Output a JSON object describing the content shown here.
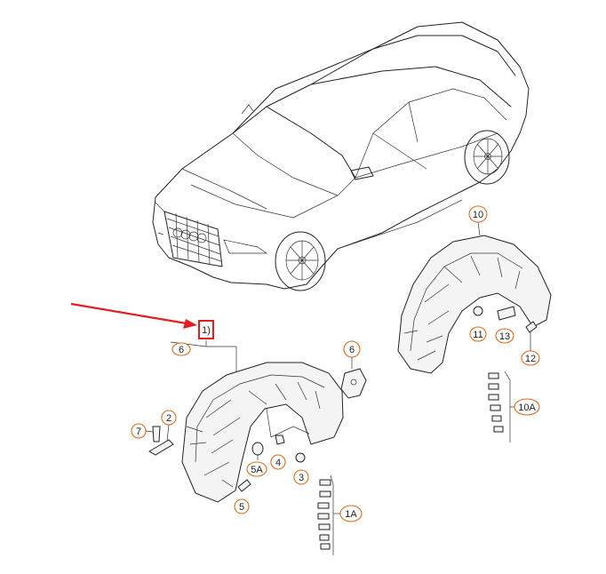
{
  "accent_color": "#e06a1b",
  "highlight_color": "#e02020",
  "callouts": {
    "c1": "1)",
    "c6a": "6",
    "c6b": "6",
    "c7": "7",
    "c2": "2",
    "c5a": "5A",
    "c4": "4",
    "c3": "3",
    "c5": "5",
    "c1a": "1A",
    "c10": "10",
    "c11": "11",
    "c13": "13",
    "c12": "12",
    "c10a": "10A"
  }
}
